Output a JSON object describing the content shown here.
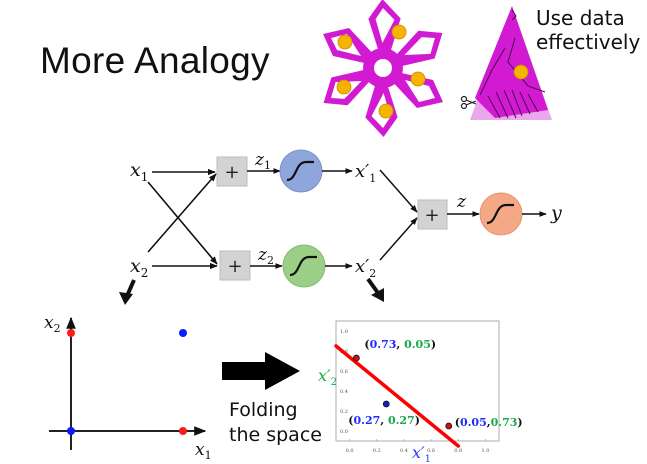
{
  "slide": {
    "title": "More Analogy",
    "caption_top": "Use data effectively",
    "caption_top_line1": "Use data",
    "caption_top_line2": "effectively",
    "caption_fold_line1": "Folding",
    "caption_fold_line2": "the space"
  },
  "network": {
    "inputs": [
      {
        "label": "x",
        "sub": "1"
      },
      {
        "label": "x",
        "sub": "2"
      }
    ],
    "sum_symbol": "+",
    "hidden": [
      {
        "pre": "z",
        "pre_sub": "1",
        "out": "x′",
        "out_sub": "1",
        "color": "#8fa6dc"
      },
      {
        "pre": "z",
        "pre_sub": "2",
        "out": "x′",
        "out_sub": "2",
        "color": "#9ccf86"
      }
    ],
    "output": {
      "pre": "z",
      "out": "y",
      "color": "#f4a886"
    }
  },
  "colors": {
    "magenta": "#d21ad2",
    "dot_orange": "#f5b400",
    "red": "#ff1a1a",
    "blue": "#0a1aff",
    "green": "#1aa84a",
    "plot_red_line": "#ff0000"
  },
  "chart_data": [
    {
      "type": "scatter",
      "title": "",
      "xlabel": "x1",
      "ylabel": "x2",
      "x_label_text": "x",
      "x_label_sub": "1",
      "y_label_text": "x",
      "y_label_sub": "2",
      "points": [
        {
          "x": 0,
          "y": 1,
          "color": "red"
        },
        {
          "x": 1,
          "y": 0,
          "color": "red"
        },
        {
          "x": 0,
          "y": 0,
          "color": "blue"
        },
        {
          "x": 1,
          "y": 1,
          "color": "blue"
        }
      ],
      "xlim": [
        0,
        1
      ],
      "ylim": [
        0,
        1
      ],
      "grid": false
    },
    {
      "type": "scatter",
      "title": "",
      "xlabel": "x′1",
      "ylabel": "x′2",
      "x_label_text": "x′",
      "x_label_sub": "1",
      "y_label_text": "x′",
      "y_label_sub": "2",
      "xlim": [
        -0.1,
        1.1
      ],
      "ylim": [
        -0.1,
        1.1
      ],
      "xticks": [
        "0.0",
        "0.2",
        "0.4",
        "0.6",
        "0.8",
        "1.0"
      ],
      "yticks": [
        "0.0",
        "0.2",
        "0.4",
        "0.6",
        "0.8",
        "1.0"
      ],
      "points": [
        {
          "x": 0.05,
          "y": 0.73,
          "color": "red",
          "label_a": "0.73",
          "label_b": "0.05"
        },
        {
          "x": 0.27,
          "y": 0.27,
          "color": "blue",
          "label_a": "0.27",
          "label_b": "0.27"
        },
        {
          "x": 0.73,
          "y": 0.05,
          "color": "red",
          "label_a": "0.05",
          "label_b": "0.73"
        }
      ],
      "decision_line": {
        "x": [
          -0.1,
          0.8
        ],
        "y": [
          0.85,
          -0.15
        ]
      },
      "grid": false
    }
  ]
}
